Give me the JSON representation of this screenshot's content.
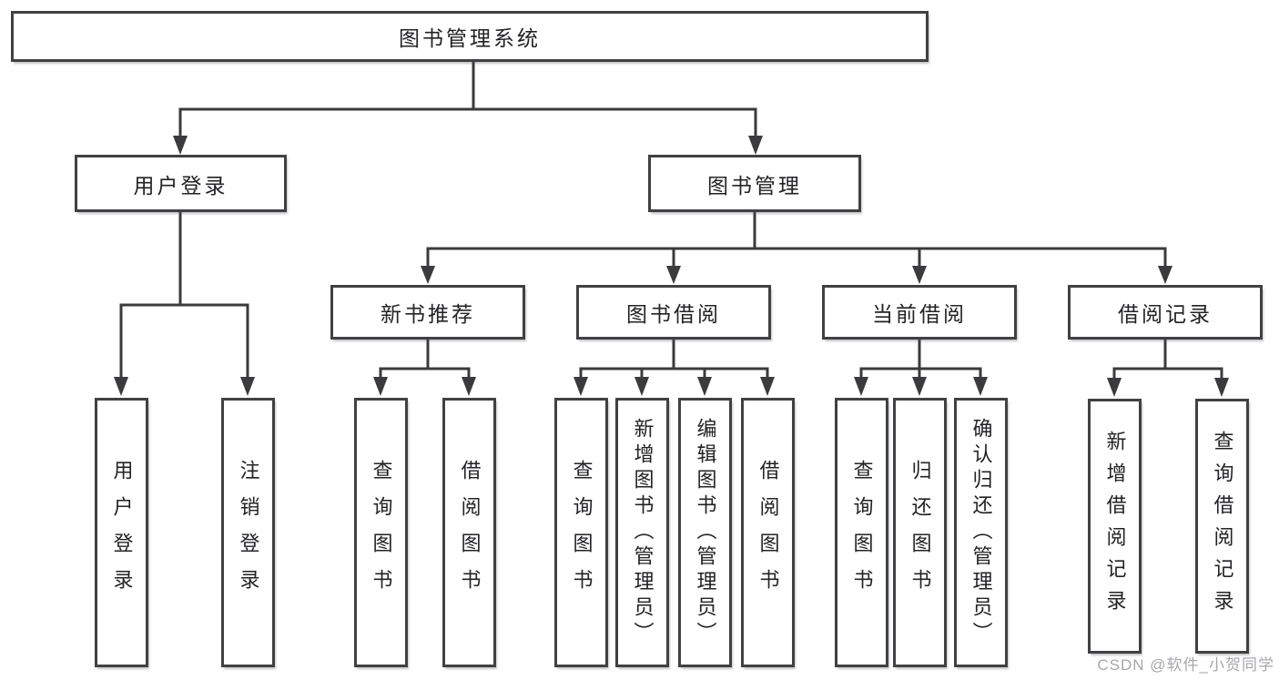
{
  "tree": {
    "root": {
      "label": "图书管理系统"
    },
    "branches": [
      {
        "label": "用户登录",
        "children": [
          {
            "label": "用户登录"
          },
          {
            "label": "注销登录"
          }
        ]
      },
      {
        "label": "图书管理",
        "children": [
          {
            "label": "新书推荐",
            "children": [
              {
                "label": "查询图书"
              },
              {
                "label": "借阅图书"
              }
            ]
          },
          {
            "label": "图书借阅",
            "children": [
              {
                "label": "查询图书"
              },
              {
                "label": "新增图书（管理员）"
              },
              {
                "label": "编辑图书（管理员）"
              },
              {
                "label": "借阅图书"
              }
            ]
          },
          {
            "label": "当前借阅",
            "children": [
              {
                "label": "查询图书"
              },
              {
                "label": "归还图书"
              },
              {
                "label": "确认归还（管理员）"
              }
            ]
          },
          {
            "label": "借阅记录",
            "children": [
              {
                "label": "新增借阅记录"
              },
              {
                "label": "查询借阅记录"
              }
            ]
          }
        ]
      }
    ]
  },
  "watermark": {
    "text": "CSDN @软件_小贺同学"
  },
  "colors": {
    "line": "#3b3b3d",
    "border": "#414144",
    "text": "#232326",
    "watermark": "#a7a7ab",
    "background": "#ffffff"
  }
}
